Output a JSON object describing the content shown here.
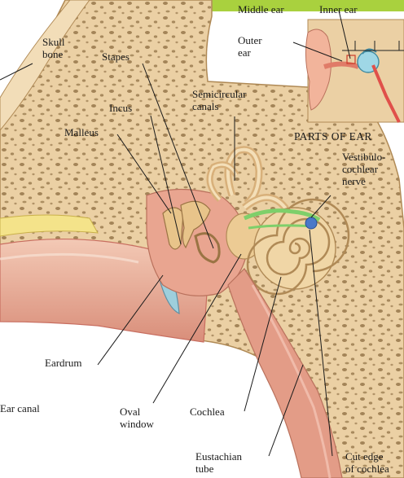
{
  "diagram": {
    "labels": {
      "skull_bone": [
        "Skull",
        "bone"
      ],
      "stapes": "Stapes",
      "incus": "Incus",
      "malleus": "Malleus",
      "semicircular_canals": [
        "Semicircular",
        "canals"
      ],
      "eardrum": "Eardrum",
      "ear_canal": "Ear canal",
      "oval_window": [
        "Oval",
        "window"
      ],
      "cochlea": "Cochlea",
      "eustachian_tube": [
        "Eustachian",
        "tube"
      ],
      "cut_edge_of_cochlea": [
        "Cut edge",
        "of cochlea"
      ],
      "vestibulocochlear_nerve": [
        "Vestibulo-",
        "cochlear",
        "nerve"
      ]
    },
    "inset": {
      "title": "PARTS OF EAR",
      "middle_ear": "Middle ear",
      "inner_ear": "Inner ear",
      "outer_ear": [
        "Outer",
        "ear"
      ]
    },
    "colors": {
      "bone": "#ebd0a4",
      "bone_pores": "#8a6b3f",
      "tissue": "#e8a48e",
      "tissue_dark": "#c86e60",
      "ossicles": "#e8c48a",
      "nerve": "#7ecf6a",
      "accent_bar": "#a9d13e",
      "canal_highlight": "#6fb3c9"
    }
  }
}
